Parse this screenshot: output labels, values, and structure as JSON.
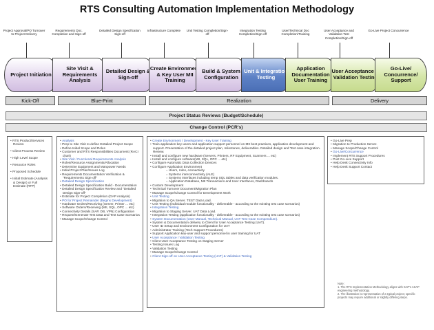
{
  "title": "RTS Consulting Automation Implementation Methodology",
  "milestones": [
    "Project Approval/PO Turnover to Project Delivery",
    "Requirements Doc. Completion and Sign-off",
    "Detailed Design Specification Sign-off",
    "Infrastructure Complete",
    "Unit Testing Completion/Sign-off",
    "Integration Testing Completion/Sign-off",
    "User/Technical Doc Completion/Training",
    "User Acceptance and Validation Test Completion/Sign-off",
    "Go-Live Project Concurrence"
  ],
  "phases": [
    "Project Initiation",
    "Site Visit & Requirements Analysis",
    "Detailed Design & Sign-off",
    "Create Environment & Key User MII Training",
    "Build & System Configuration",
    "Unit & Integration Testing",
    "Application Documentation User Training",
    "User Acceptance & Validation Testing",
    "Go-Live/ Concurrence/ Support"
  ],
  "stages": [
    "Kick-Off",
    "Blue-Print",
    "Realization",
    "Delivery"
  ],
  "status_bar": "Project Status Reviews (Budget/Schedule)",
  "change_bar": "Change Control (PCR's)",
  "col1": [
    "RTS Product/Services Review",
    "Client Process Review",
    "High Level Scope",
    "Resource Roles",
    "Proposed Schedule",
    "Initial Estimate (Analysis & Design) or Full Estimate (RFP)"
  ],
  "col2": [
    {
      "t": "Analysis",
      "hl": true
    },
    {
      "t": "Prep to Site Visit to define Detailed Project Scope"
    },
    {
      "t": "Define Initial Scope and Roles"
    },
    {
      "t": "Customer and RTS Responsibilities Document (RACI chart)"
    },
    {
      "t": "Site Visit / Functional Requirements Analysis",
      "hl": true
    },
    {
      "t": "Roles/Resource Assignments/Allocation"
    },
    {
      "t": "Determine Equipment and Manpower Needs"
    },
    {
      "t": "Initial Project Plan/Issues Log"
    },
    {
      "t": "Requirements Documentation Verification & \"Requirements Sign-off\""
    },
    {
      "t": "Detailed Design Specification",
      "hl": true
    },
    {
      "t": "Detailed Design Specification Build - Documentation"
    },
    {
      "t": "Detailed Design Specification Review and \"Detailed Design Sign-off\""
    },
    {
      "t": "Estimate for Project Completion (GAP Analysis)"
    },
    {
      "t": "PO for Project Remainder (Begins Development)",
      "hl": true
    },
    {
      "t": "Hardware Orders/Receiving (Server, Printer ... etc)"
    },
    {
      "t": "Software Orders/Receiving (MII, SQL, OPC ... etc)"
    },
    {
      "t": "Connectivity Details (SAP, DB, VPN) Configuration"
    },
    {
      "t": "Request/Generate Test Data and Test Case Scenarios"
    },
    {
      "t": "Manage Scope/Change Control"
    }
  ],
  "col3": [
    {
      "t": "Create Environment / Development - Key User Training",
      "hl": true
    },
    {
      "t": "Train application key-users and application support personnel on MII best practices, application development and support. Presentation of the detailed project plan, milestones, deliverables. Detailed design and Test case integration. Review."
    },
    {
      "t": "Install and configure new hardware (Servers, Printers, RF Equipment, Scanners ... etc)"
    },
    {
      "t": "Install and configure software(MII, SQL, OPC ... etc)"
    },
    {
      "t": "Configure Automatic Data Collection Devices"
    },
    {
      "t": "Configure Application Environment"
    },
    {
      "t": "Users, roles, connectivity",
      "sub": true
    },
    {
      "t": "Systems interconnectivity (ALE)",
      "sub": true
    },
    {
      "t": "Systems Interfaces including temp SQL tables and data verification modules.",
      "sub": true
    },
    {
      "t": "Application Database, MII Transactions and User Interfaces, Dashboards",
      "sub": true
    },
    {
      "t": "Custom Development"
    },
    {
      "t": "Technical Turnover Document/Migration Plan"
    },
    {
      "t": "Manage Scope/Change Control for Development Work"
    },
    {
      "t": "Unit Testing",
      "hl": true
    },
    {
      "t": "Migration to QA Server. TEST Data Load."
    },
    {
      "t": "Unit Testing (individual module functionality - deliverable - according to the existing test case scenarios)"
    },
    {
      "t": "Integration Testing",
      "hl": true
    },
    {
      "t": "Migration to Staging Server. UAT Data Load."
    },
    {
      "t": "Integration Testing (application functionality - deliverable - according to the existing test case scenarios)"
    },
    {
      "t": "System Documentation (User Manual, Technical Manual, UAT Test Case Compendium).",
      "hl": true
    },
    {
      "t": "System & Documentation delivery to Client for User Acceptance Testing (UAT)."
    },
    {
      "t": "User ID Setup and Environment Configuration for UAT"
    },
    {
      "t": "Administrator Training (Tech Support Procedures)"
    },
    {
      "t": "Support Application key-user and support personnel in user training for UAT"
    },
    {
      "t": "User Acceptance / Validation Testing",
      "hl": true
    },
    {
      "t": "Client User Acceptance Testing on Staging Server"
    },
    {
      "t": "Testing Issues Log"
    },
    {
      "t": "Validation Testing"
    },
    {
      "t": "Manage Scope/Change Control"
    },
    {
      "t": "Client Sign-off on User Acceptance Testing (UAT) & Validation Testing",
      "hl": true
    }
  ],
  "col4": [
    {
      "t": "Go-Live Prep"
    },
    {
      "t": "Migration to Production Server."
    },
    {
      "t": "Manage Scope/Change Control"
    },
    {
      "t": "Go-Live/Concurrence",
      "hl": true
    },
    {
      "t": "Implement RTS Support Procedures"
    },
    {
      "t": "Post Go-Live Support"
    },
    {
      "t": "Help Desk Connectivity Info"
    },
    {
      "t": "Help Desk Support Contact"
    }
  ],
  "note": {
    "heading": "Note:",
    "items": [
      "1. The RTS Implementation Methodology aligns with SAP's ASAP engineering methodology.",
      "2. The illustration is representation of a typical project; specific projects may require additional or slightly differing steps."
    ]
  }
}
